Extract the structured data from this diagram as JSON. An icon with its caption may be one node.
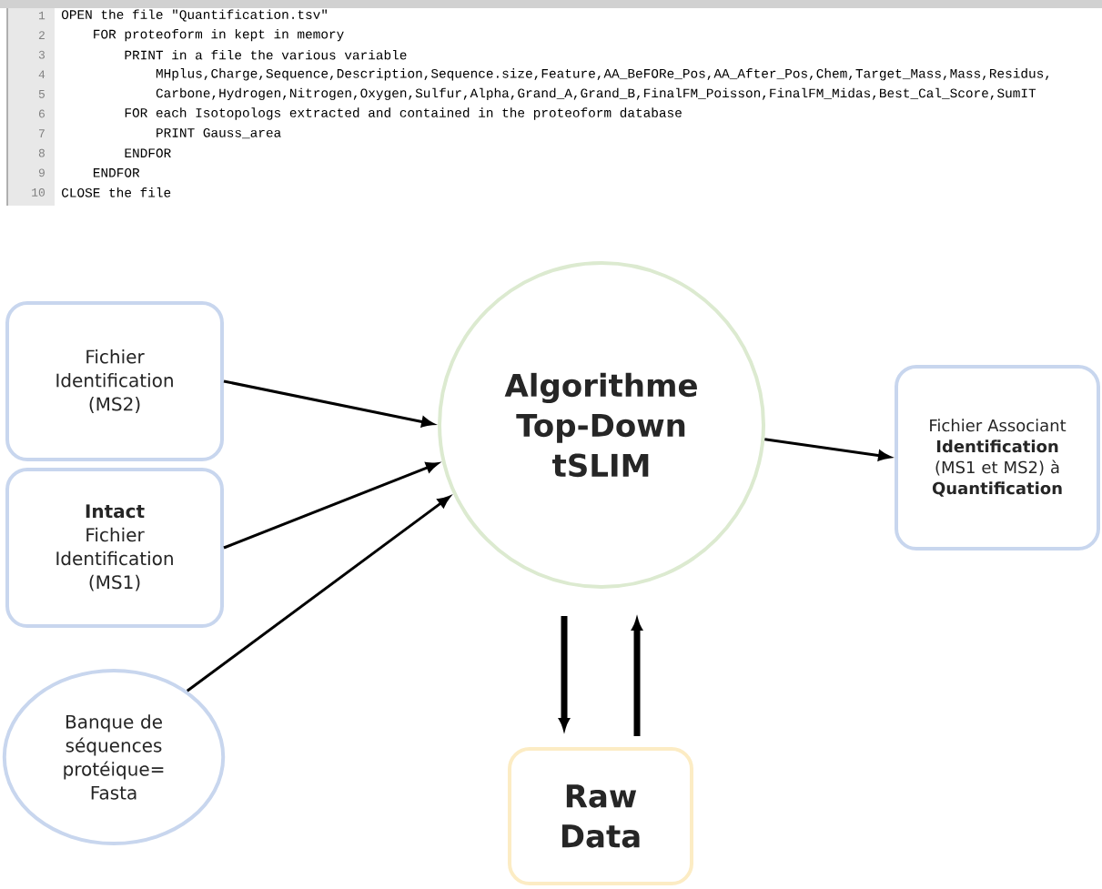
{
  "diagram": {
    "nodes": [
      {
        "text": [
          "Fichier Identification (MS2)"
        ]
      },
      {
        "text": [
          "Intact",
          "Fichier Identification (MS1)"
        ]
      },
      {
        "text": [
          "Banque de séquences protéique= Fasta"
        ]
      },
      {
        "text": [
          "Algorithme Top-Down tSLIM"
        ]
      },
      {
        "text": [
          "Fichier Associant **Identification** (MS1 et MS2) à **Quantification**"
        ]
      },
      {
        "text": [
          "Raw Data"
        ]
      }
    ],
    "edges": [
      {
        "from": 0,
        "to": 3,
        "arrow": "to"
      },
      {
        "from": 1,
        "to": 3,
        "arrow": "to"
      },
      {
        "from": 2,
        "to": 3,
        "arrow": "to"
      },
      {
        "from": 3,
        "to": 4,
        "arrow": "to"
      },
      {
        "from": 3,
        "to": 5,
        "arrow": "to",
        "style": "thick"
      },
      {
        "from": 5,
        "to": 3,
        "arrow": "to",
        "style": "thick"
      }
    ],
    "labels": [
      "1",
      "OPEN the file \"Quantification.tsv\"",
      "2",
      "FOR proteoform in kept in memory",
      "3",
      "PRINT in a file the various variable",
      "4",
      "MHplus,Charge,Sequence,Description,Sequence.size,Feature,AA_BeFORe_Pos,AA_After_Pos,Chem,Target_Mass,Mass,Residus,",
      "5",
      "Carbone,Hydrogen,Nitrogen,Oxygen,Sulfur,Alpha,Grand_A,Grand_B,FinalFM_Poisson,FinalFM_Midas,Best_Cal_Score,SumIT",
      "6",
      "FOR each Isotopologs extracted and contained in the proteoform database",
      "7",
      "PRINT Gauss_area",
      "8",
      "ENDFOR",
      "9",
      "ENDFOR",
      "10",
      "CLOSE the file"
    ]
  }
}
